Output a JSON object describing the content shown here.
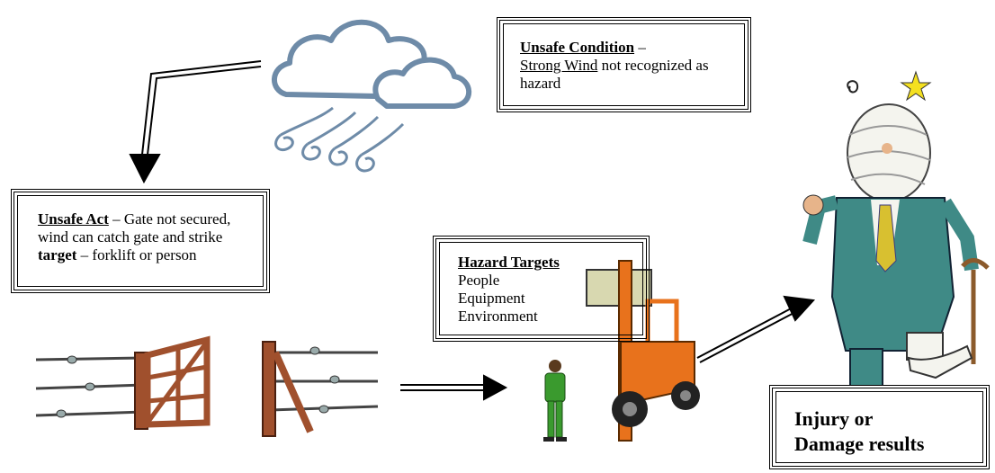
{
  "unsafe_condition": {
    "heading": "Unsafe Condition",
    "dash": " –",
    "link": "Strong Wind",
    "rest": " not recognized as hazard"
  },
  "unsafe_act": {
    "heading": "Unsafe Act",
    "text1": " – Gate not secured, wind can catch gate and strike ",
    "bold": "target",
    "text2": " – forklift or person"
  },
  "hazard_targets": {
    "heading": "Hazard Targets",
    "items": [
      "People",
      "Equipment",
      "Environment"
    ]
  },
  "result": {
    "line1": "Injury or",
    "line2": "Damage results"
  },
  "colors": {
    "cloud": "#6e8ba8",
    "forklift": "#e8721c",
    "gate": "#a0502d",
    "person_green": "#3a9a2e",
    "suit": "#3f8a86"
  }
}
